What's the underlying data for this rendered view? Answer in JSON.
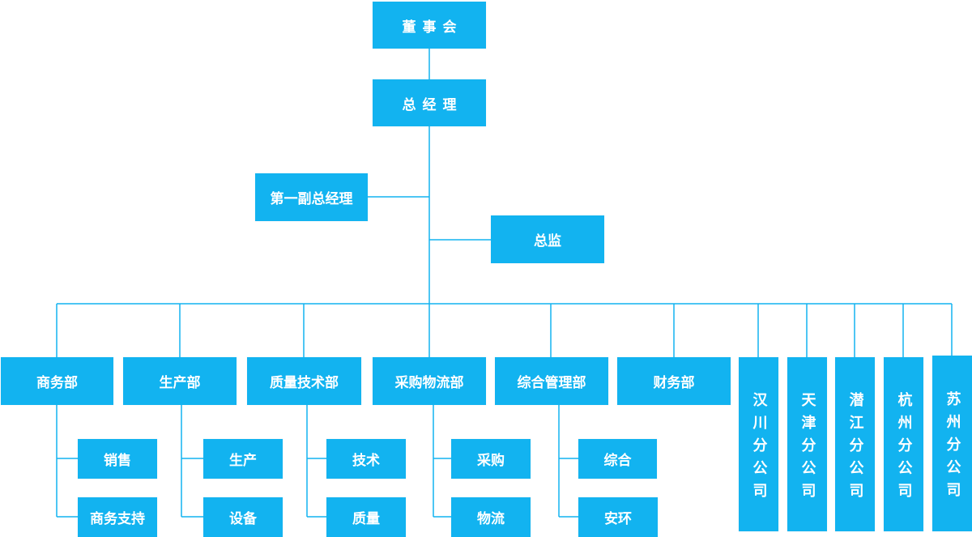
{
  "colors": {
    "node": "#12b3f0",
    "line": "#12b3f0",
    "text": "#ffffff"
  },
  "chart": {
    "board": "董事会",
    "gm": "总经理",
    "first_vp": "第一副总经理",
    "director": "总监",
    "departments": [
      {
        "name": "商务部",
        "subs": [
          "销售",
          "商务支持"
        ]
      },
      {
        "name": "生产部",
        "subs": [
          "生产",
          "设备"
        ]
      },
      {
        "name": "质量技术部",
        "subs": [
          "技术",
          "质量"
        ]
      },
      {
        "name": "采购物流部",
        "subs": [
          "采购",
          "物流"
        ]
      },
      {
        "name": "综合管理部",
        "subs": [
          "综合",
          "安环"
        ]
      },
      {
        "name": "财务部",
        "subs": []
      }
    ],
    "branches": [
      "汉川分公司",
      "天津分公司",
      "潜江分公司",
      "杭州分公司",
      "苏州分公司"
    ]
  }
}
